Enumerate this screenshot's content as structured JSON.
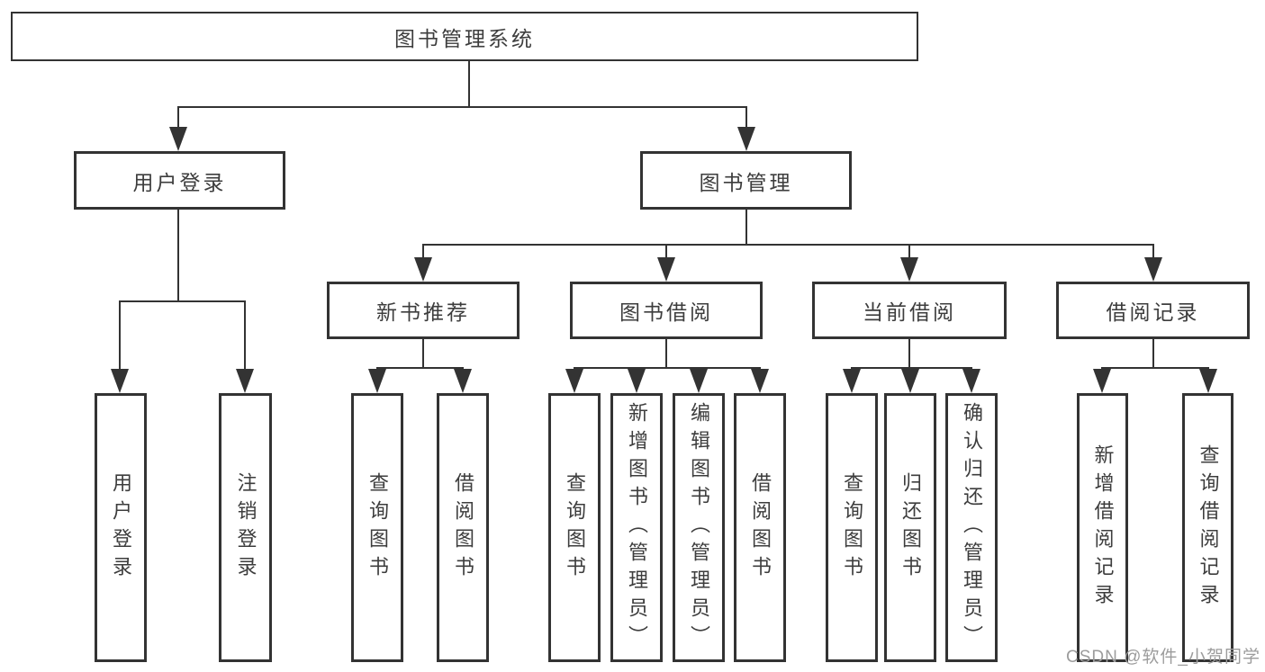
{
  "root": {
    "label": "图书管理系统"
  },
  "branches": {
    "user": {
      "label": "用户登录",
      "leaves": [
        "用户登录",
        "注销登录"
      ]
    },
    "mgmt": {
      "label": "图书管理",
      "categories": [
        {
          "label": "新书推荐",
          "leaves": [
            "查询图书",
            "借阅图书"
          ]
        },
        {
          "label": "图书借阅",
          "leaves": [
            "查询图书",
            "新增图书（管理员）",
            "编辑图书（管理员）",
            "借阅图书"
          ]
        },
        {
          "label": "当前借阅",
          "leaves": [
            "查询图书",
            "归还图书",
            "确认归还（管理员）"
          ]
        },
        {
          "label": "借阅记录",
          "leaves": [
            "新增借阅记录",
            "查询借阅记录"
          ]
        }
      ]
    }
  },
  "watermark": "CSDN @软件_小贺同学",
  "colors": {
    "line": "#333333",
    "text": "#3d3d3d",
    "watermark": "#9c9c9c",
    "background": "#ffffff"
  }
}
